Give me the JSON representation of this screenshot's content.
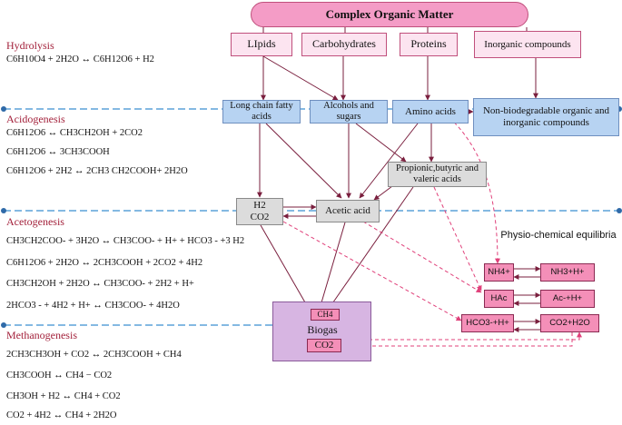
{
  "title": "Complex Organic Matter",
  "substrates": {
    "lipids": "LIpids",
    "carbohydrates": "Carbohydrates",
    "proteins": "Proteins",
    "inorganic": "Inorganic compounds"
  },
  "intermediates": {
    "lcfa": "Long chain fatty acids",
    "alcohols": "Alcohols and sugars",
    "amino": "Amino acids",
    "nonbio": "Non-biodegradable organic and inorganic compounds",
    "vfa": "Propionic,butyric and valeric acids",
    "h2": "H2",
    "co2": "CO2",
    "acetic": "Acetic acid"
  },
  "biogas": {
    "label": "Biogas",
    "ch4": "CH4",
    "co2": "CO2"
  },
  "physio": {
    "title": "Physio-chemical equilibria",
    "nh4": "NH4+",
    "nh3": "NH3+H+",
    "hac": "HAc",
    "ac": "Ac-+H+",
    "hco3": "HCO3-+H+",
    "co2h2o": "CO2+H2O"
  },
  "stages": {
    "hydrolysis": {
      "label": "Hydrolysis",
      "equations": [
        "C6H10O4 + 2H2O ↔ C6H12O6 + H2"
      ]
    },
    "acidogenesis": {
      "label": "Acidogenesis",
      "equations": [
        "C6H12O6 ↔ CH3CH2OH + 2CO2",
        "C6H12O6 ↔ 3CH3COOH",
        "C6H12O6 + 2H2 ↔ 2CH3 CH2COOH+ 2H2O"
      ]
    },
    "acetogenesis": {
      "label": "Acetogenesis",
      "equations": [
        "CH3CH2COO- + 3H2O ↔ CH3COO- + H+ + HCO3 - +3 H2",
        "C6H12O6 + 2H2O ↔ 2CH3COOH + 2CO2 + 4H2",
        "CH3CH2OH + 2H2O ↔ CH3COO- + 2H2 + H+",
        "2HCO3 - + 4H2 + H+ ↔ CH3COO- + 4H2O"
      ]
    },
    "methanogenesis": {
      "label": "Methanogenesis",
      "equations": [
        "2CH3CH3OH + CO2 ↔ 2CH3COOH + CH4",
        "CH3COOH ↔ CH4 − CO2",
        "CH3OH + H2 ↔ CH4 + CO2",
        "CO2 + 4H2 ↔ CH4 + 2H2O"
      ]
    }
  },
  "colors": {
    "stage_text": "#a3213b",
    "arrow": "#7a1f3e",
    "dashed_arrow": "#e0407a",
    "separator": "#3b8fd0",
    "blue_box": "#b7d3f2",
    "pink_box": "#f48fb8",
    "biogas_box": "#d7b5e2"
  }
}
